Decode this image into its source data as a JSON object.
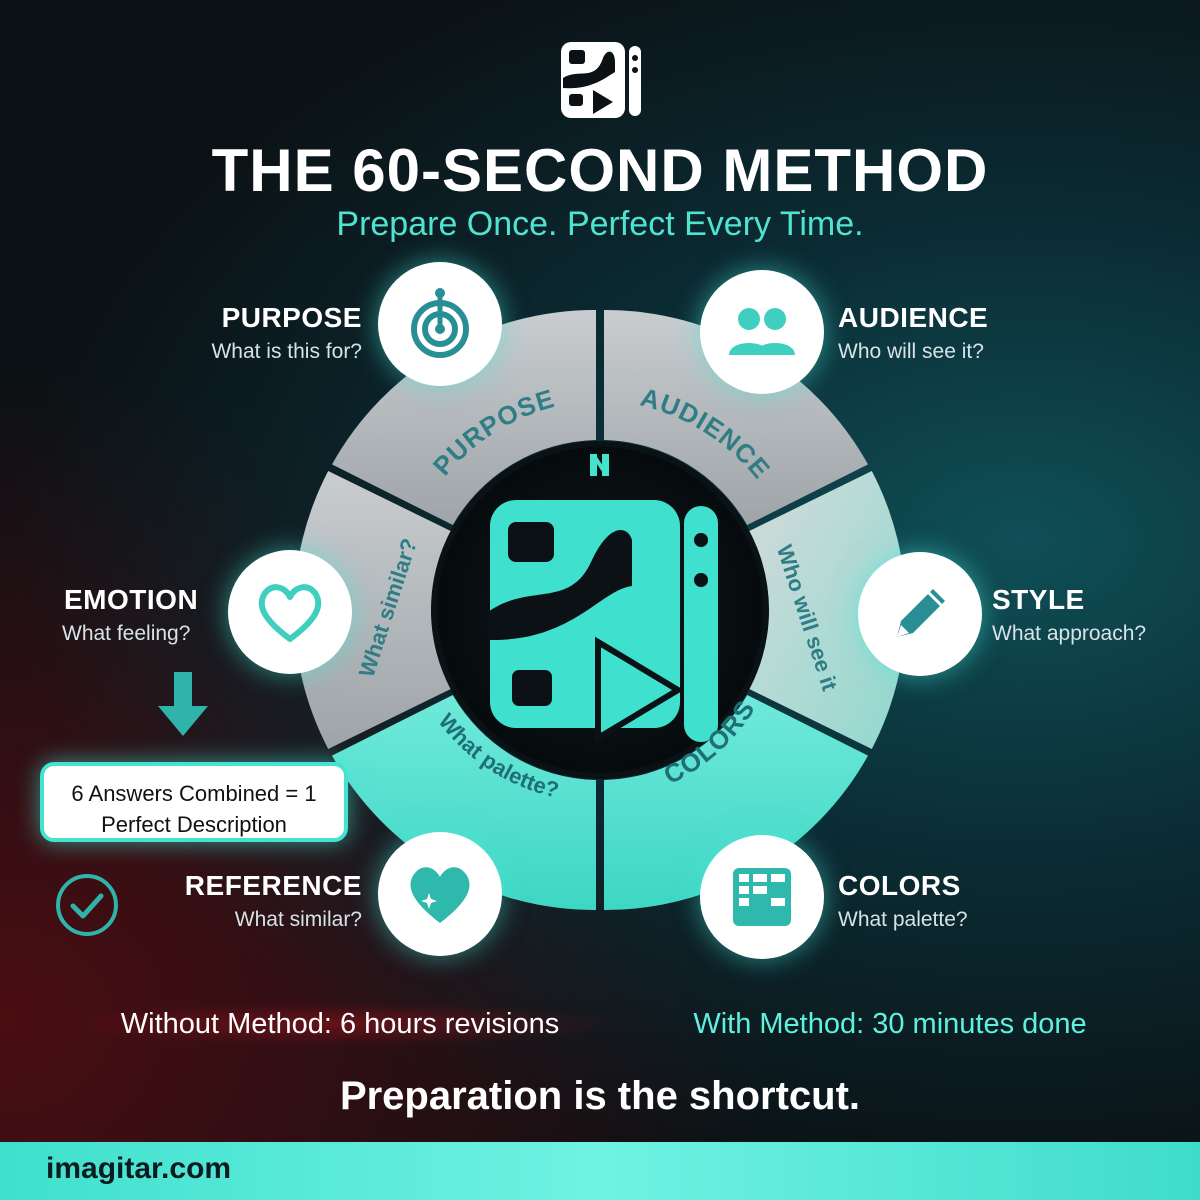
{
  "header": {
    "title": "THE 60-SECOND METHOD",
    "subtitle": "Prepare Once. Perfect Every Time."
  },
  "wheel": {
    "segments": [
      {
        "text": "PURPOSE"
      },
      {
        "text": "AUDIENCE"
      },
      {
        "text": "Who will see it"
      },
      {
        "text": "COLORS"
      },
      {
        "text": "What palette?"
      },
      {
        "text": "What similar?"
      }
    ]
  },
  "items": {
    "purpose": {
      "title": "PURPOSE",
      "question": "What is this for?",
      "icon": "target-icon"
    },
    "audience": {
      "title": "AUDIENCE",
      "question": "Who will see it?",
      "icon": "people-icon"
    },
    "emotion": {
      "title": "EMOTION",
      "question": "What feeling?",
      "icon": "heart-icon"
    },
    "style": {
      "title": "STYLE",
      "question": "What approach?",
      "icon": "pencil-icon"
    },
    "reference": {
      "title": "REFERENCE",
      "question": "What similar?",
      "icon": "sparkle-heart-icon"
    },
    "colors": {
      "title": "COLORS",
      "question": "What palette?",
      "icon": "palette-grid-icon"
    }
  },
  "summary": {
    "line1": "6 Answers Combined = 1",
    "line2": "Perfect Description"
  },
  "comparison": {
    "without": "Without Method: 6 hours revisions",
    "with": "With Method: 30 minutes done"
  },
  "tagline": "Preparation is the shortcut.",
  "footer": {
    "url": "imagitar.com"
  },
  "colors": {
    "accent": "#46e2d0",
    "background": "#0b1114",
    "warning": "#8a1420"
  }
}
